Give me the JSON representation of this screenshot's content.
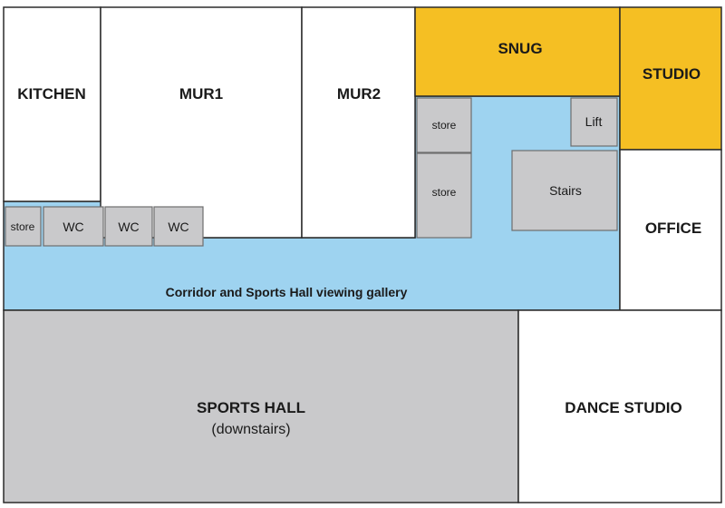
{
  "colors": {
    "corridor": "#9ed3f0",
    "highlight": "#f5bf23",
    "grey_room": "#c9c9cb",
    "white_room": "#ffffff",
    "wall": "#2b2b2b"
  },
  "rooms": {
    "kitchen": "KITCHEN",
    "mur1": "MUR1",
    "mur2": "MUR2",
    "snug": "SNUG",
    "studio": "STUDIO",
    "office": "OFFICE",
    "corridor": "Corridor and Sports Hall viewing gallery",
    "sports_hall": "SPORTS HALL",
    "sports_hall_note": "(downstairs)",
    "dance_studio": "DANCE STUDIO"
  },
  "small_rooms": {
    "store_left": "store",
    "wc_1": "WC",
    "wc_2": "WC",
    "wc_3": "WC",
    "store_upper": "store",
    "store_lower": "store",
    "lift": "Lift",
    "stairs": "Stairs"
  }
}
